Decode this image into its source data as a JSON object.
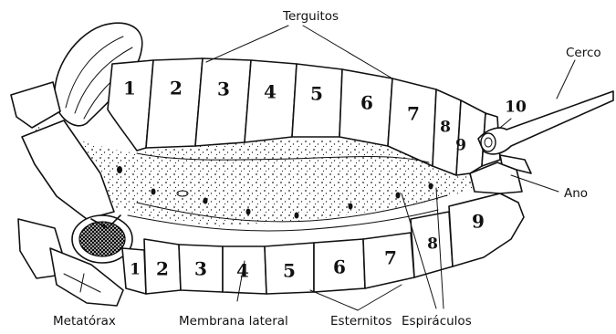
{
  "labels": {
    "terguitos": "Terguitos",
    "cerco": "Cerco",
    "ano": "Ano",
    "metatorax": "Metatórax",
    "membrana_lateral": "Membrana lateral",
    "esternitos": "Esternitos",
    "espiraculos": "Espiráculos"
  },
  "tergite_numbers": [
    "1",
    "2",
    "3",
    "4",
    "5",
    "6",
    "7",
    "8",
    "9",
    "10"
  ],
  "sternite_numbers": [
    "1",
    "2",
    "3",
    "4",
    "5",
    "6",
    "7",
    "8",
    "9"
  ]
}
